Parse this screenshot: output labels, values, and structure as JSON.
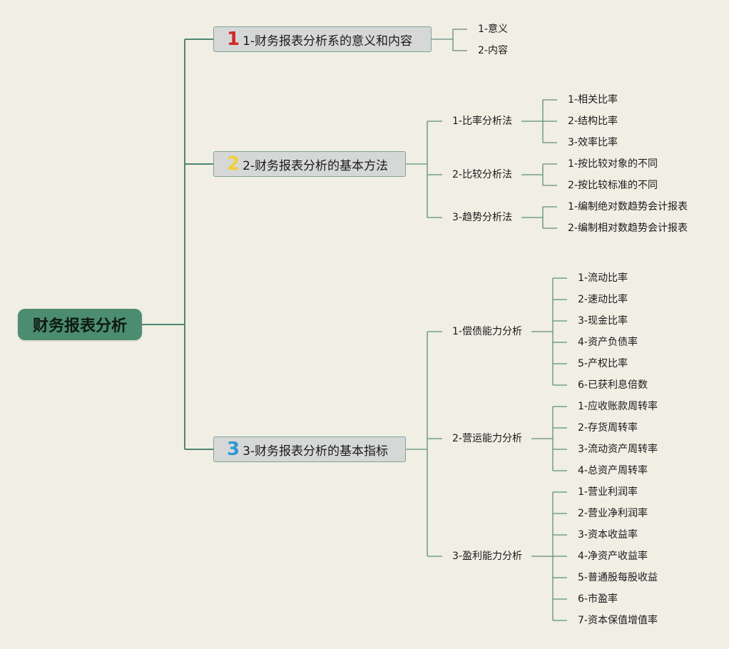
{
  "root": "财务报表分析",
  "colors": {
    "background": "#f1eee4",
    "root_fill": "#4c8d6f",
    "topic_fill": "#d6d8d7",
    "line": "#5e8f7e",
    "num1": "#d02a2a",
    "num2": "#f2cf3a",
    "num3": "#2f98d6"
  },
  "topics": [
    {
      "num": "1",
      "label": "1-财务报表分析系的意义和内容",
      "leaves": [
        "1-意义",
        "2-内容"
      ]
    },
    {
      "num": "2",
      "label": "2-财务报表分析的基本方法",
      "subs": [
        {
          "label": "1-比率分析法",
          "leaves": [
            "1-相关比率",
            "2-结构比率",
            "3-效率比率"
          ]
        },
        {
          "label": "2-比较分析法",
          "leaves": [
            "1-按比较对象的不同",
            "2-按比较标准的不同"
          ]
        },
        {
          "label": "3-趋势分析法",
          "leaves": [
            "1-编制绝对数趋势会计报表",
            "2-编制相对数趋势会计报表"
          ]
        }
      ]
    },
    {
      "num": "3",
      "label": "3-财务报表分析的基本指标",
      "subs": [
        {
          "label": "1-偿债能力分析",
          "leaves": [
            "1-流动比率",
            "2-速动比率",
            "3-现金比率",
            "4-资产负债率",
            "5-产权比率",
            "6-已获利息倍数"
          ]
        },
        {
          "label": "2-营运能力分析",
          "leaves": [
            "1-应收账款周转率",
            "2-存货周转率",
            "3-流动资产周转率",
            "4-总资产周转率"
          ]
        },
        {
          "label": "3-盈利能力分析",
          "leaves": [
            "1-营业利润率",
            "2-营业净利润率",
            "3-资本收益率",
            "4-净资产收益率",
            "5-普通股每股收益",
            "6-市盈率",
            "7-资本保值增值率"
          ]
        }
      ]
    }
  ]
}
